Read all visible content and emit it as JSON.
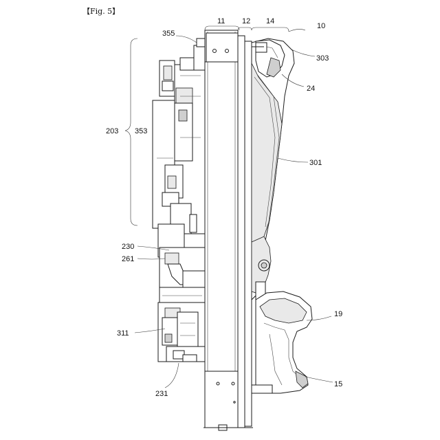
{
  "figure": {
    "label": "【Fig. 5】"
  },
  "reference_numerals": {
    "n10": "10",
    "n11": "11",
    "n12": "12",
    "n14": "14",
    "n355": "355",
    "n303": "303",
    "n24": "24",
    "n203": "203",
    "n353": "353",
    "n301": "301",
    "n230": "230",
    "n261": "261",
    "n19": "19",
    "n311": "311",
    "n15": "15",
    "n231": "231"
  }
}
